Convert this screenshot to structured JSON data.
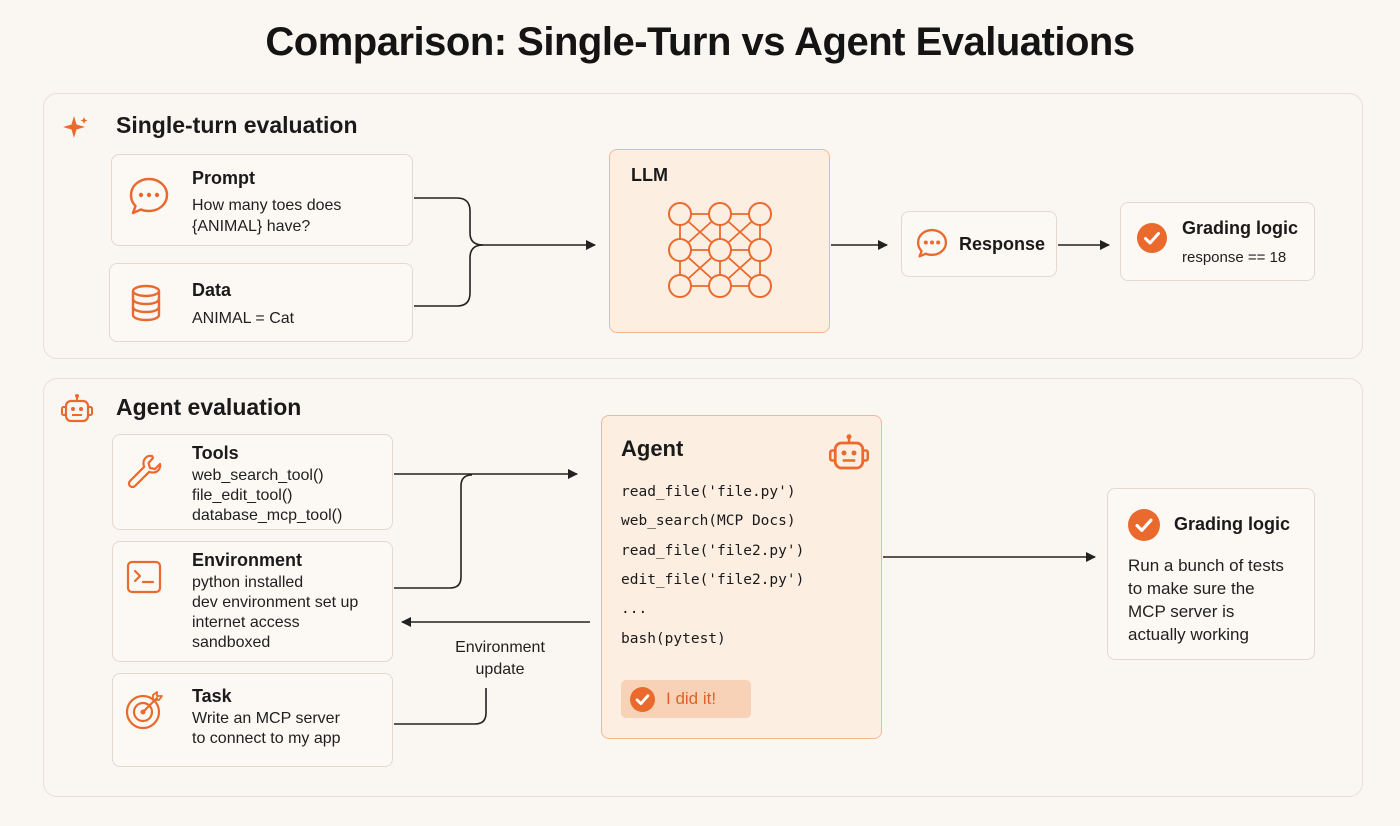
{
  "title": "Comparison: Single-Turn vs Agent Evaluations",
  "colors": {
    "accent": "#ea6a2e",
    "background": "#faf6f1",
    "highlight": "#fdeee2"
  },
  "single_turn": {
    "section_title": "Single-turn evaluation",
    "icon": "sparkle-icon",
    "prompt": {
      "title": "Prompt",
      "line1": "How many toes does",
      "line2": "{ANIMAL} have?",
      "icon": "chat-bubble-icon"
    },
    "data": {
      "title": "Data",
      "text": "ANIMAL = Cat",
      "icon": "database-icon"
    },
    "llm": {
      "title": "LLM",
      "icon": "neural-network-icon"
    },
    "response": {
      "label": "Response",
      "icon": "chat-bubble-icon"
    },
    "grading": {
      "title": "Grading logic",
      "text": "response == 18",
      "icon": "check-circle-icon"
    }
  },
  "agent_eval": {
    "section_title": "Agent evaluation",
    "icon": "robot-icon",
    "tools": {
      "title": "Tools",
      "lines": [
        "web_search_tool()",
        "file_edit_tool()",
        "database_mcp_tool()"
      ],
      "icon": "wrench-icon"
    },
    "environment": {
      "title": "Environment",
      "lines": [
        "python installed",
        "dev environment set up",
        "internet access",
        "sandboxed"
      ],
      "icon": "terminal-icon"
    },
    "task": {
      "title": "Task",
      "lines": [
        "Write an MCP server",
        "to connect to my app"
      ],
      "icon": "target-icon"
    },
    "agent": {
      "title": "Agent",
      "icon": "robot-icon",
      "steps": [
        "read_file('file.py')",
        "web_search(MCP Docs)",
        "read_file('file2.py')",
        "edit_file('file2.py')",
        "...",
        "bash(pytest)"
      ],
      "done_label": "I did it!"
    },
    "env_update": {
      "line1": "Environment",
      "line2": "update"
    },
    "grading": {
      "title": "Grading logic",
      "lines": [
        "Run a bunch of tests",
        "to make sure the",
        "MCP server is",
        "actually working"
      ],
      "icon": "check-circle-icon"
    }
  }
}
